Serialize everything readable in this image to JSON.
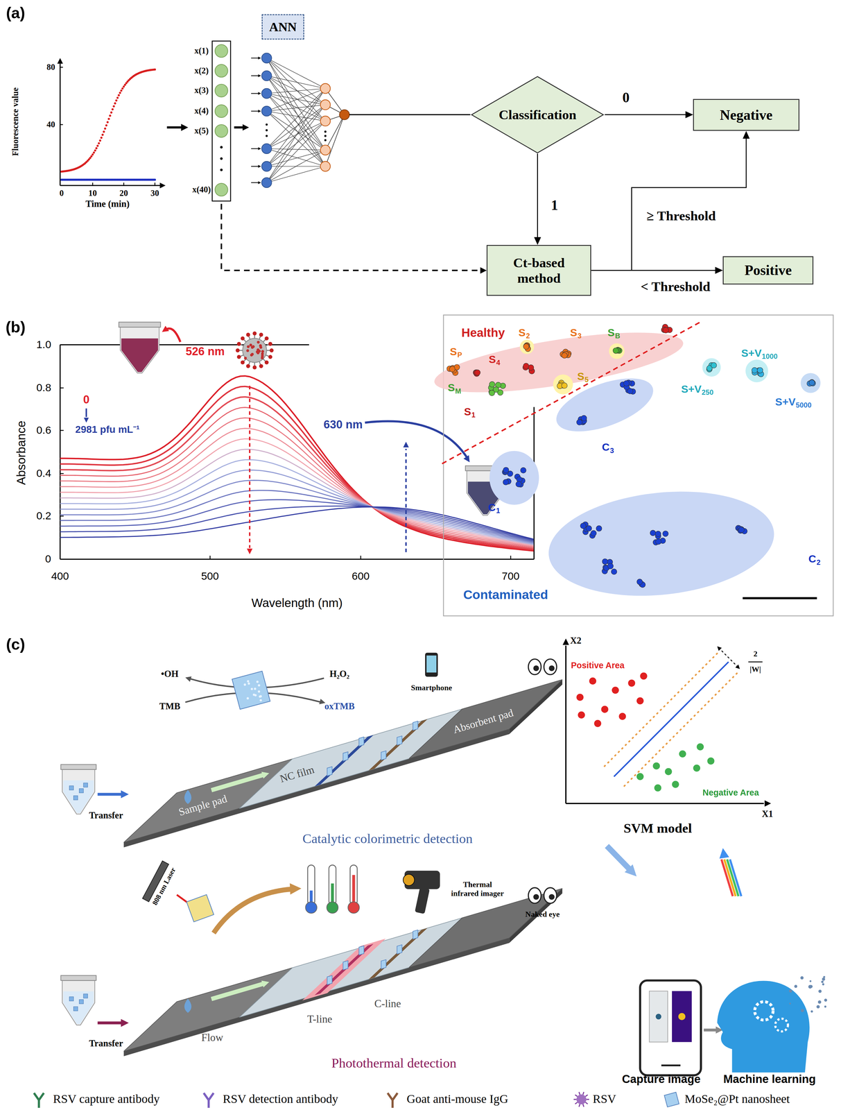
{
  "diagram": {
    "nodes": [
      {
        "text": [
          "ANN"
        ]
      },
      {
        "text": [
          "Classification"
        ]
      },
      {
        "text": [
          "Negative"
        ]
      },
      {
        "text": [
          "Ct-based method"
        ]
      },
      {
        "text": [
          "Positive"
        ]
      }
    ],
    "edges": [
      {
        "from": 1,
        "to": 2,
        "label": "0",
        "arrow": "to"
      },
      {
        "from": 1,
        "to": 3,
        "label": "1",
        "arrow": "to"
      },
      {
        "from": 3,
        "to": 2,
        "label": "≥ Threshold",
        "arrow": "to"
      },
      {
        "from": 3,
        "to": 4,
        "label": "< Threshold",
        "arrow": "to"
      }
    ],
    "labels": [
      "(a)",
      "(b)",
      "(c)",
      "Fluorescence value",
      "Time (min)",
      "80",
      "40",
      "0",
      "10",
      "20",
      "30",
      "x(1)",
      "x(2)",
      "x(3)",
      "x(4)",
      "x(5)",
      "x(40)",
      "Absorbance",
      "Wavelength (nm)",
      "0",
      "0.2",
      "0.4",
      "0.6",
      "0.8",
      "1.0",
      "400",
      "500",
      "600",
      "700",
      "526 nm",
      "0",
      "2981 pfu mL⁻¹",
      "630 nm",
      "Healthy",
      "Contaminated",
      "S",
      "P",
      "S",
      "2",
      "S",
      "3",
      "S",
      "B",
      "S",
      "4",
      "S",
      "M",
      "S",
      "5",
      "S",
      "1",
      "S+V",
      "250",
      "S+V",
      "1000",
      "S+V",
      "5000",
      "C",
      "3",
      "C",
      "1",
      "C",
      "2",
      "•OH",
      "H₂O₂",
      "TMB",
      "oxTMB",
      "Smartphone",
      "Absorbent pad",
      "NC film",
      "Sample pad",
      "Transfer",
      "Catalytic colorimetric detection",
      "808 nm Laser",
      "Thermal infrared imager",
      "Naked eye",
      "T-line",
      "C-line",
      "Flow",
      "Transfer",
      "Photothermal detection",
      "Positive Area",
      "Negative Area",
      "X2",
      "X1",
      "2",
      "|W|",
      "SVM model",
      "Capture image",
      "Machine learning"
    ],
    "legend": [
      {
        "text": "RSV capture antibody"
      },
      {
        "text": "RSV detection antibody"
      },
      {
        "text": "Goat anti-mouse IgG"
      },
      {
        "text": "RSV"
      },
      {
        "text": "MoSe₂@Pt nanosheet"
      }
    ]
  }
}
